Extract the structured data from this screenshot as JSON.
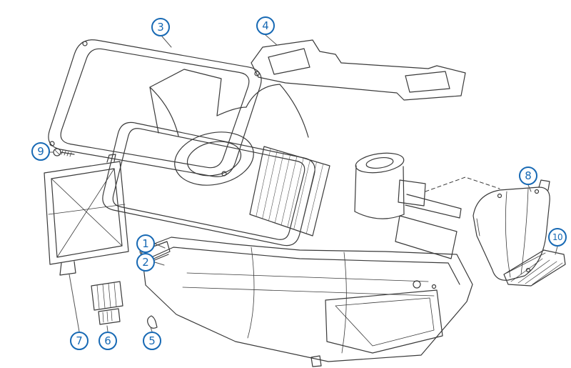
{
  "page": {
    "background_color": "#ffffff"
  },
  "diagram": {
    "kind": "exploded-parts-drawing",
    "subject": "heater-air-conditioning-unit-exploded-view",
    "accent_color": "#1769b4",
    "line_color": "#3a3a3a",
    "callouts": [
      {
        "label": "1"
      },
      {
        "label": "2"
      },
      {
        "label": "3"
      },
      {
        "label": "4"
      },
      {
        "label": "5"
      },
      {
        "label": "6"
      },
      {
        "label": "7"
      },
      {
        "label": "8"
      },
      {
        "label": "9"
      },
      {
        "label": "10"
      }
    ]
  }
}
